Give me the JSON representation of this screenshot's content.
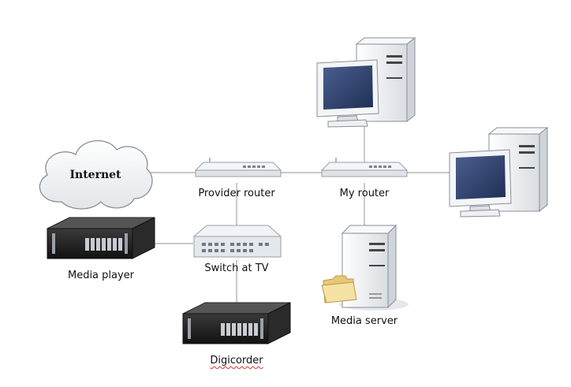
{
  "nodes": {
    "internet": {
      "label": "Internet"
    },
    "provider_router": {
      "label": "Provider router"
    },
    "my_router": {
      "label": "My router"
    },
    "switch": {
      "label": "Switch at TV"
    },
    "media_player": {
      "label": "Media player"
    },
    "media_server": {
      "label": "Media server"
    },
    "digicorder": {
      "label": "Digicorder"
    }
  },
  "icons": [
    "cloud-icon",
    "router-icon",
    "switch-icon",
    "desktop-computer-icon",
    "rack-server-icon",
    "tower-server-icon",
    "folder-icon"
  ],
  "colors": {
    "line": "#a8a8a8",
    "screen": "#2a3d6a",
    "cloud": "#eef0f2",
    "folder": "#f4dfa0"
  }
}
